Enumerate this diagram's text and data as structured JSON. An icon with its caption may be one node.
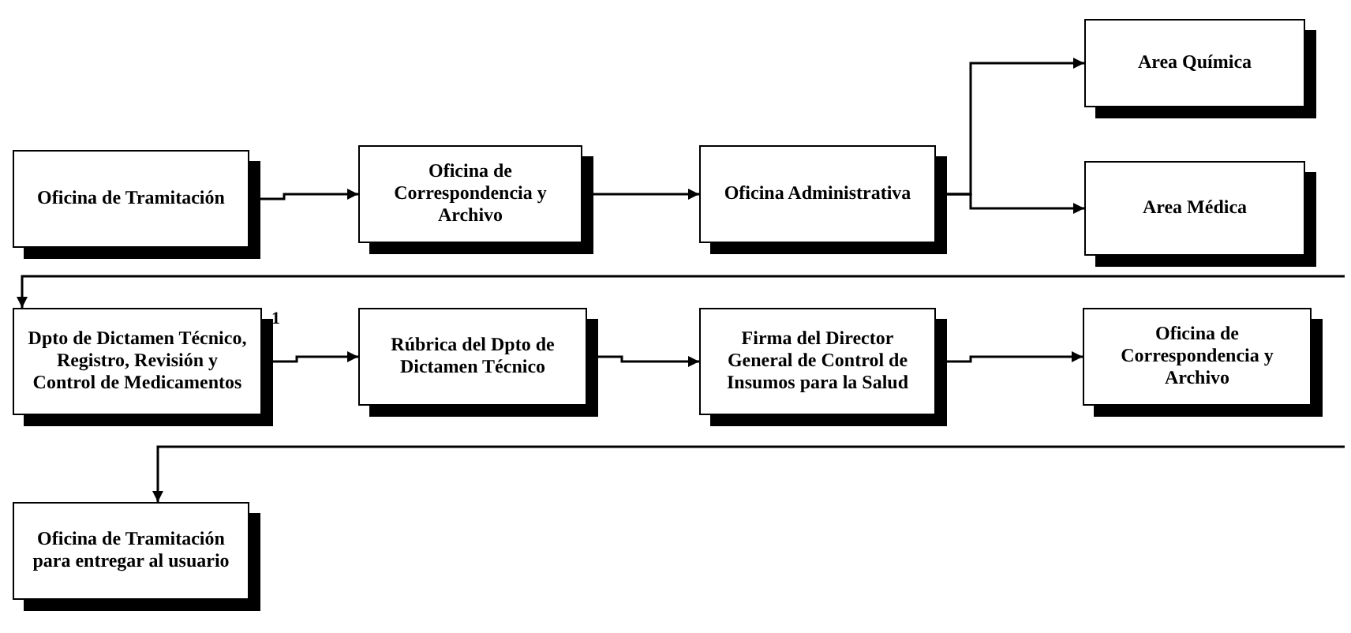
{
  "diagram": {
    "nodes": [
      {
        "text": [
          "Oficina de Tramitación"
        ]
      },
      {
        "text": [
          "Oficina de Correspondencia y Archivo"
        ]
      },
      {
        "text": [
          "Oficina Administrativa"
        ]
      },
      {
        "text": [
          "Area Química"
        ]
      },
      {
        "text": [
          "Area Médica"
        ]
      },
      {
        "text": [
          "Dpto de Dictamen Técnico, Registro, Revisión y Control de Medicamentos"
        ]
      },
      {
        "text": [
          "Rúbrica del Dpto de Dictamen Técnico"
        ]
      },
      {
        "text": [
          "Firma del Director General de Control de Insumos para la Salud"
        ]
      },
      {
        "text": [
          "Oficina de Correspondencia y Archivo"
        ]
      },
      {
        "text": [
          "Oficina de Tramitación para entregar al usuario"
        ]
      }
    ],
    "edges": [
      {
        "from": 0,
        "to": 1,
        "arrow": "to"
      },
      {
        "from": 1,
        "to": 2,
        "arrow": "to"
      },
      {
        "from": 2,
        "to": 3,
        "arrow": "to"
      },
      {
        "from": 2,
        "to": 4,
        "arrow": "to"
      },
      {
        "from": null,
        "to": 5,
        "arrow": "to"
      },
      {
        "from": 5,
        "to": 6,
        "arrow": "to"
      },
      {
        "from": 6,
        "to": 7,
        "arrow": "to"
      },
      {
        "from": 7,
        "to": 8,
        "arrow": "to"
      },
      {
        "from": null,
        "to": 9,
        "arrow": "to"
      }
    ],
    "labels": [
      "1"
    ]
  }
}
